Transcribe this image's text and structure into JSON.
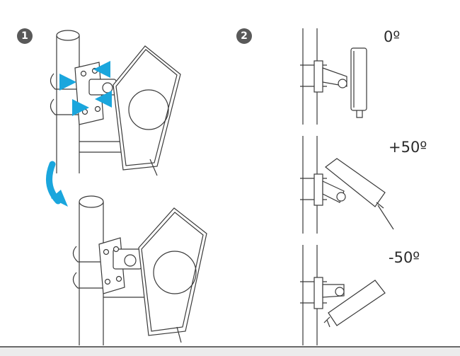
{
  "steps": [
    {
      "number": "1"
    },
    {
      "number": "2"
    }
  ],
  "tilt_angles": [
    {
      "label": "0º"
    },
    {
      "label": "+50º"
    },
    {
      "label": "-50º"
    }
  ],
  "colors": {
    "line": "#3a3a3a",
    "badge": "#595959",
    "arrow": "#1aa6dd",
    "fill": "#ffffff"
  },
  "icons": {
    "rotate_arrow": "curved-arrow-icon",
    "insert_arrow": "blue-arrow-icon"
  }
}
